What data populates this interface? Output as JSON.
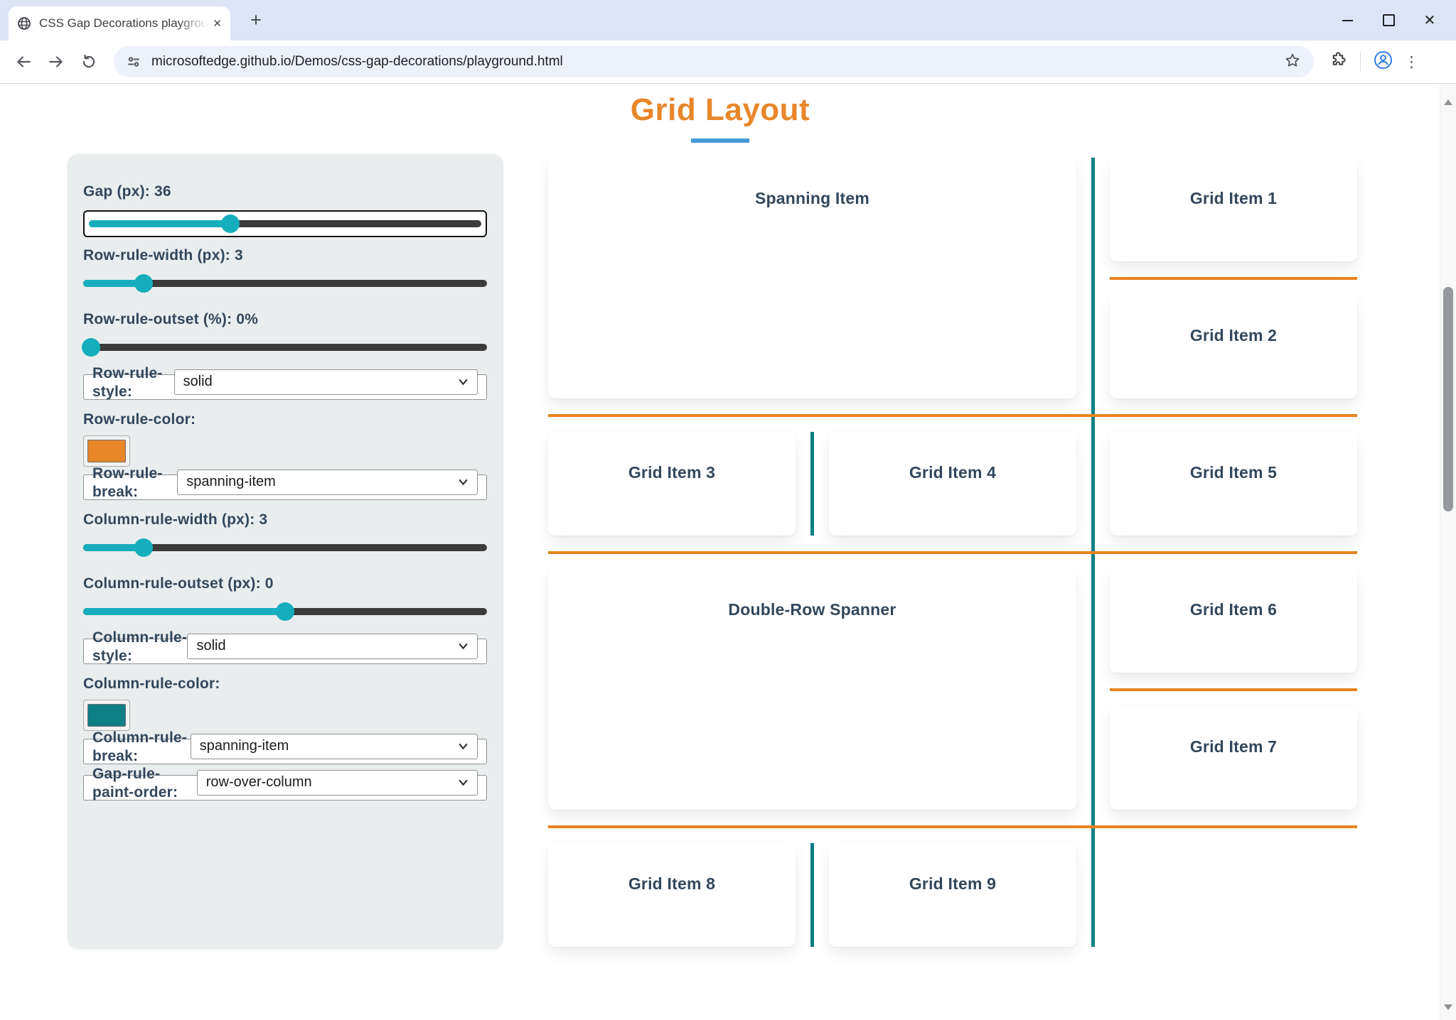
{
  "browser": {
    "tab_title": "CSS Gap Decorations playgroun",
    "url": "microsoftedge.github.io/Demos/css-gap-decorations/playground.html"
  },
  "page": {
    "title": "Grid Layout"
  },
  "colors": {
    "accent_orange": "#e8831d",
    "accent_teal": "#0e7f86",
    "title_orange": "#e8862a",
    "underline_blue": "#4598d6",
    "slider_teal": "#16aebc"
  },
  "controls": [
    {
      "id": "gap",
      "kind": "slider",
      "label": "Gap (px): 36",
      "percent": 36,
      "focused": true
    },
    {
      "id": "row-rule-width",
      "kind": "slider",
      "label": "Row-rule-width (px): 3",
      "percent": 15
    },
    {
      "id": "row-rule-outset",
      "kind": "slider",
      "label": "Row-rule-outset (%): 0%",
      "percent": 2
    },
    {
      "id": "row-rule-style",
      "kind": "select",
      "label": "Row-rule-style:",
      "value": "solid"
    },
    {
      "id": "row-rule-color",
      "kind": "color",
      "label": "Row-rule-color:",
      "value": "#e8862a"
    },
    {
      "id": "row-rule-break",
      "kind": "select",
      "label": "Row-rule-break:",
      "value": "spanning-item"
    },
    {
      "id": "column-rule-width",
      "kind": "slider",
      "label": "Column-rule-width (px): 3",
      "percent": 15
    },
    {
      "id": "column-rule-outset",
      "kind": "slider",
      "label": "Column-rule-outset (px): 0",
      "percent": 50
    },
    {
      "id": "column-rule-style",
      "kind": "select",
      "label": "Column-rule-style:",
      "value": "solid"
    },
    {
      "id": "column-rule-color",
      "kind": "color",
      "label": "Column-rule-color:",
      "value": "#0e7f86"
    },
    {
      "id": "column-rule-break",
      "kind": "select",
      "label": "Column-rule-break:",
      "value": "spanning-item"
    },
    {
      "id": "gap-rule-paint-order",
      "kind": "select",
      "label": "Gap-rule-paint-order:",
      "value": "row-over-column"
    }
  ],
  "grid": {
    "items": [
      {
        "label": "Spanning Item",
        "c1": 1,
        "c2": 2,
        "r1": 1,
        "r2": 2
      },
      {
        "label": "Grid Item 1",
        "c1": 3,
        "c2": 3,
        "r1": 1,
        "r2": 1
      },
      {
        "label": "Grid Item 2",
        "c1": 3,
        "c2": 3,
        "r1": 2,
        "r2": 2
      },
      {
        "label": "Grid Item 3",
        "c1": 1,
        "c2": 1,
        "r1": 3,
        "r2": 3
      },
      {
        "label": "Grid Item 4",
        "c1": 2,
        "c2": 2,
        "r1": 3,
        "r2": 3
      },
      {
        "label": "Grid Item 5",
        "c1": 3,
        "c2": 3,
        "r1": 3,
        "r2": 3
      },
      {
        "label": "Double-Row Spanner",
        "c1": 1,
        "c2": 2,
        "r1": 4,
        "r2": 5
      },
      {
        "label": "Grid Item 6",
        "c1": 3,
        "c2": 3,
        "r1": 4,
        "r2": 4
      },
      {
        "label": "Grid Item 7",
        "c1": 3,
        "c2": 3,
        "r1": 5,
        "r2": 5
      },
      {
        "label": "Grid Item 8",
        "c1": 1,
        "c2": 1,
        "r1": 6,
        "r2": 6
      },
      {
        "label": "Grid Item 9",
        "c1": 2,
        "c2": 2,
        "r1": 6,
        "r2": 6
      }
    ],
    "rules": {
      "row": [
        {
          "after": 1,
          "cols": [
            3,
            3
          ]
        },
        {
          "after": 2,
          "cols": [
            1,
            3
          ]
        },
        {
          "after": 3,
          "cols": [
            1,
            3
          ]
        },
        {
          "after": 4,
          "cols": [
            3,
            3
          ]
        },
        {
          "after": 5,
          "cols": [
            1,
            3
          ]
        }
      ],
      "column": [
        {
          "after": 2,
          "rows": [
            1,
            6
          ]
        },
        {
          "after": 1,
          "rows": [
            3,
            3
          ]
        },
        {
          "after": 1,
          "rows": [
            6,
            6
          ]
        }
      ]
    }
  }
}
